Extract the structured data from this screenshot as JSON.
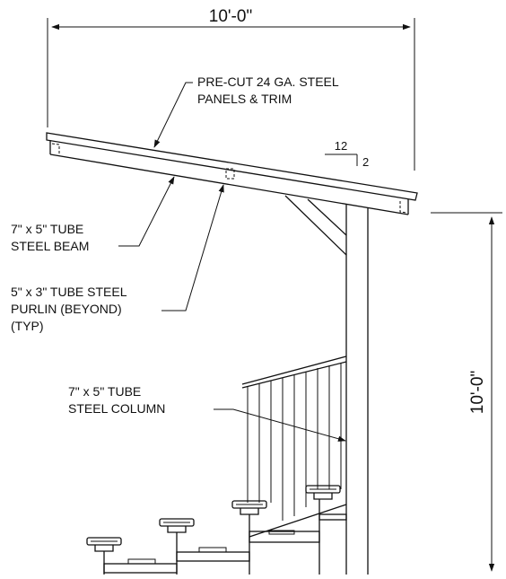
{
  "dimensions": {
    "width_label": "10'-0\"",
    "height_label": "10'-0\""
  },
  "callouts": {
    "panels": [
      "PRE-CUT 24 GA. STEEL",
      "PANELS & TRIM"
    ],
    "beam": [
      "7\" x 5\" TUBE",
      "STEEL BEAM"
    ],
    "purlin": [
      "5\" x 3\" TUBE STEEL",
      "PURLIN (BEYOND)",
      "(TYP)"
    ],
    "column": [
      "7\" x 5\" TUBE",
      "STEEL COLUMN"
    ]
  },
  "slope": {
    "run": "12",
    "rise": "2"
  }
}
